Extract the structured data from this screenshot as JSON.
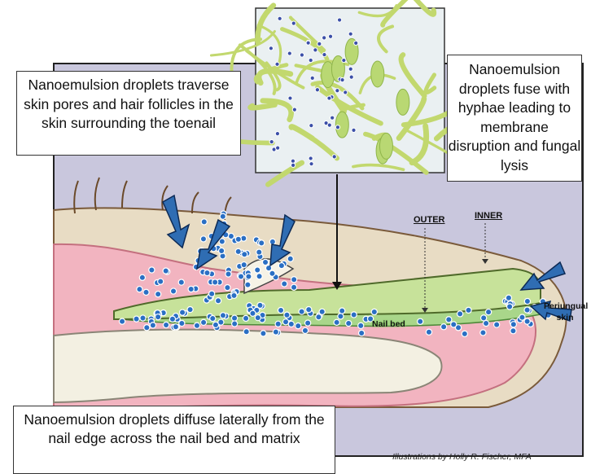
{
  "callouts": {
    "pores": "Nanoemulsion droplets traverse skin pores and hair follicles in the skin surrounding the toenail",
    "hyphae": "Nanoemulsion droplets fuse with hyphae leading to membrane disruption and fungal lysis",
    "diffuse": "Nanoemulsion droplets diffuse laterally from the nail edge across the nail bed and matrix"
  },
  "labels": {
    "outer": "OUTER",
    "inner": "INNER",
    "nail_bed": "Nail bed",
    "periungual": "Periungual skin"
  },
  "credit": "Illustrations by Holly R. Fischer, MFA",
  "colors": {
    "background_panel": "#c9c7dd",
    "skin": "#f2b4c0",
    "skin_dark": "#e58898",
    "nail": "#c7e29a",
    "bone": "#f3f0e2",
    "dermis": "#e8dcc4",
    "droplet": "#2a6fc4",
    "arrow": "#2f6db3",
    "hyphae": "#cbe07a"
  }
}
